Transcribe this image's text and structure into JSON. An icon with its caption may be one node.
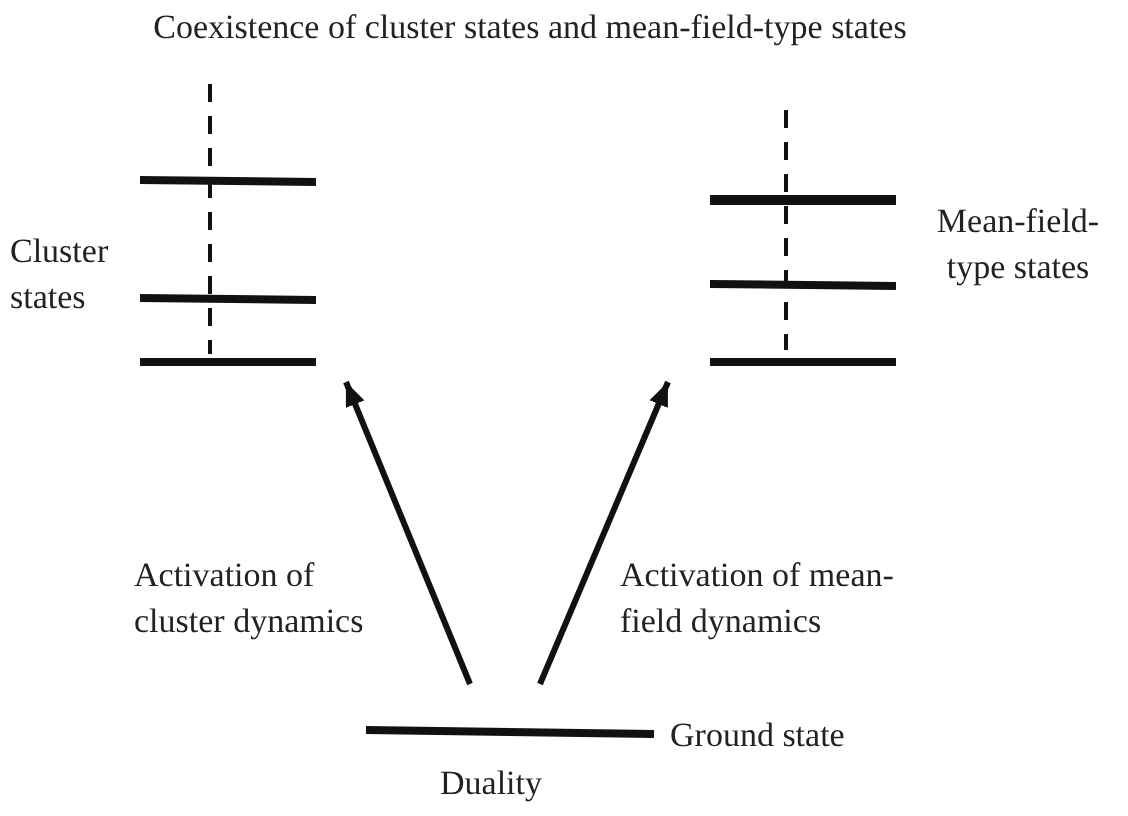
{
  "diagram": {
    "title": "Coexistence of cluster states and mean-field-type states",
    "nodes": [
      {
        "text": [
          "Cluster states"
        ]
      },
      {
        "text": [
          "Mean-field-type states"
        ]
      },
      {
        "text": [
          "Ground state",
          "Duality"
        ]
      }
    ],
    "edges": [
      {
        "from": 2,
        "to": 0,
        "arrow": "to",
        "label": "Activation of cluster dynamics"
      },
      {
        "from": 2,
        "to": 1,
        "arrow": "to",
        "label": "Activation of mean-field dynamics"
      }
    ]
  }
}
